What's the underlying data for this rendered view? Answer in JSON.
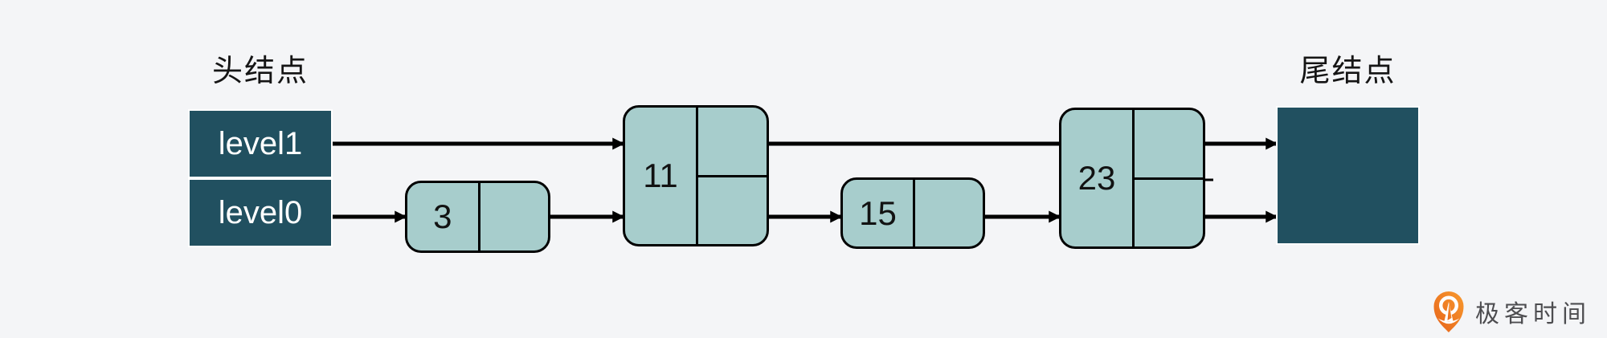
{
  "labels": {
    "head": "头结点",
    "tail": "尾结点"
  },
  "head_node": {
    "rows": [
      {
        "label": "level1"
      },
      {
        "label": "level0"
      }
    ]
  },
  "nodes": [
    {
      "value": "3",
      "levels": [
        "level0"
      ]
    },
    {
      "value": "11",
      "levels": [
        "level0",
        "level1"
      ]
    },
    {
      "value": "15",
      "levels": [
        "level0"
      ]
    },
    {
      "value": "23",
      "levels": [
        "level0",
        "level1"
      ]
    }
  ],
  "links": {
    "level1": [
      "头结点 → 11",
      "11 → 23",
      "23 → 尾结点"
    ],
    "level0": [
      "头结点 → 3",
      "3 → 11",
      "11 → 15",
      "15 → 23",
      "23 → 尾结点"
    ]
  },
  "logo": {
    "text": "极客时间",
    "icon": "geektime-pin-icon"
  },
  "colors": {
    "background": "#f4f5f7",
    "dark_node": "#215060",
    "light_node": "#a7cdcc",
    "line": "#000000",
    "node_text_light": "#ffffff",
    "node_text_dark": "#121212",
    "logo_orange": "#ee7421",
    "logo_text": "#4d4d50"
  }
}
